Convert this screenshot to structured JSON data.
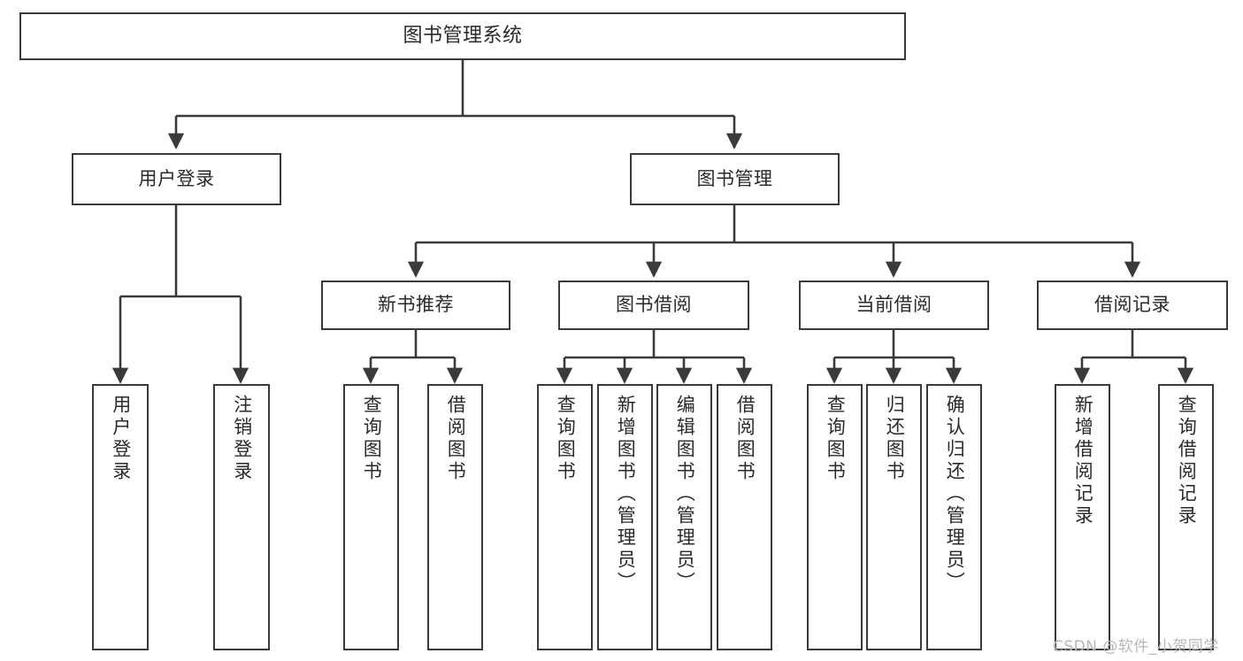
{
  "diagram": {
    "title": "图书管理系统",
    "type": "tree-hierarchy-diagram",
    "watermark": "CSDN @软件_小贺同学",
    "colors": {
      "box_border": "#3a3a3a",
      "box_fill": "#ffffff",
      "connector": "#3a3a3a",
      "text": "#2a2a2a",
      "watermark": "#b8b8b8",
      "background": "#ffffff"
    }
  },
  "nodes": {
    "root": {
      "label": "图书管理系统"
    },
    "level2": [
      {
        "label": "用户登录"
      },
      {
        "label": "图书管理"
      }
    ],
    "level3": [
      {
        "label": "新书推荐"
      },
      {
        "label": "图书借阅"
      },
      {
        "label": "当前借阅"
      },
      {
        "label": "借阅记录"
      }
    ],
    "leaves": {
      "user_login": [
        {
          "label": "用户登录"
        },
        {
          "label": "注销登录"
        }
      ],
      "new_book_recommend": [
        {
          "label": "查询图书"
        },
        {
          "label": "借阅图书"
        }
      ],
      "book_borrow": [
        {
          "label": "查询图书"
        },
        {
          "label": "新增图书（管理员）"
        },
        {
          "label": "编辑图书（管理员）"
        },
        {
          "label": "借阅图书"
        }
      ],
      "current_borrow": [
        {
          "label": "查询图书"
        },
        {
          "label": "归还图书"
        },
        {
          "label": "确认归还（管理员）"
        }
      ],
      "borrow_record": [
        {
          "label": "新增借阅记录"
        },
        {
          "label": "查询借阅记录"
        }
      ]
    }
  }
}
